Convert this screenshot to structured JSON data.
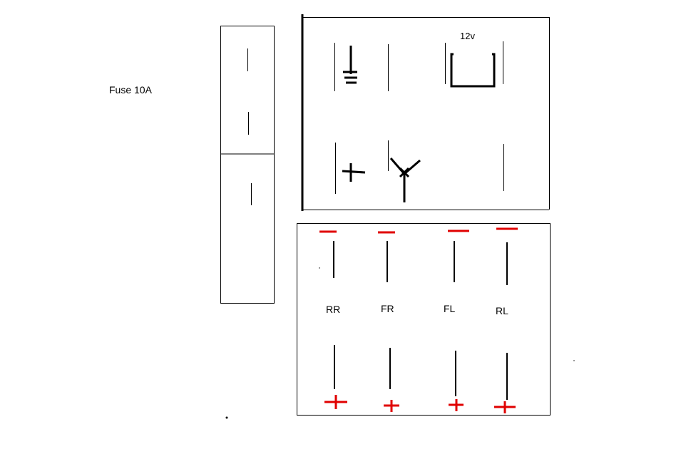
{
  "fuse": {
    "label": "Fuse 10A"
  },
  "power_connector": {
    "voltage_label": "12v"
  },
  "speaker_connector": {
    "channels": [
      "RR",
      "FR",
      "FL",
      "RL"
    ]
  },
  "colors": {
    "line": "#000000",
    "polarity_marks": "#e00000",
    "background": "#ffffff"
  }
}
